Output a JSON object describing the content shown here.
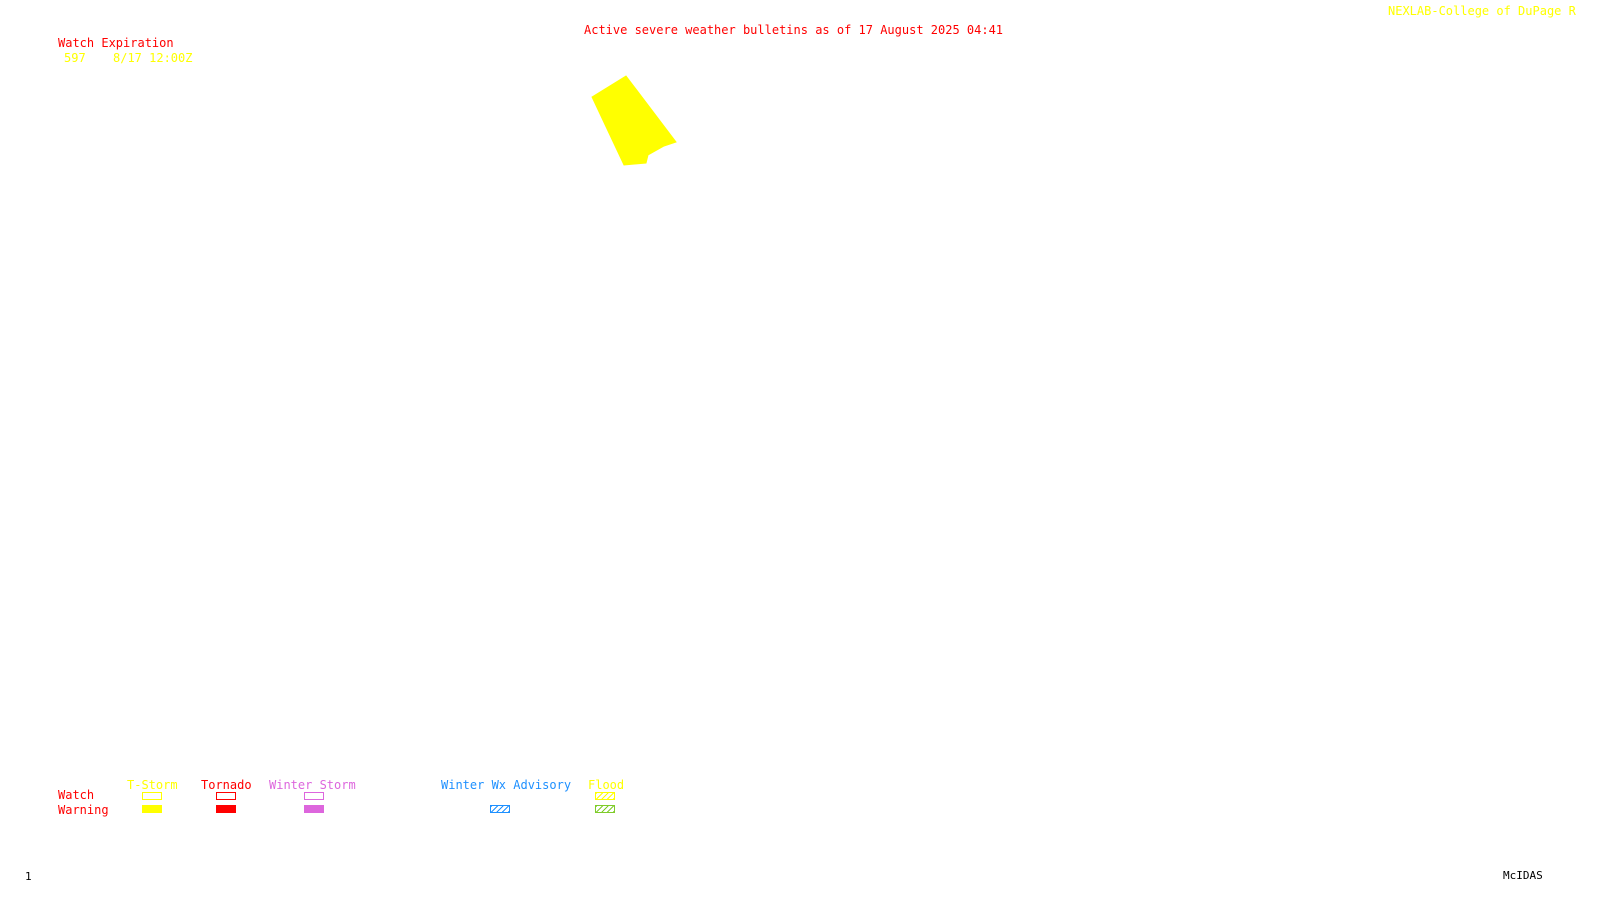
{
  "header": {
    "title": "Active severe weather bulletins as of 17 August 2025 04:41",
    "credit": "NEXLAB-College of DuPage R"
  },
  "watch_table": {
    "header": "Watch Expiration",
    "rows": [
      {
        "number": "597",
        "expiration": "8/17 12:00Z"
      }
    ]
  },
  "map": {
    "polygons": [
      {
        "type": "T-Storm watch",
        "id": "597",
        "color": "#ffff00"
      }
    ]
  },
  "legend": {
    "row_labels": {
      "watch": "Watch",
      "warning": "Warning"
    },
    "categories": [
      {
        "label": "T-Storm",
        "color": "#ffff00"
      },
      {
        "label": "Tornado",
        "color": "#ff0000"
      },
      {
        "label": "Winter Storm",
        "color": "#dd66dd"
      },
      {
        "label": "Winter Wx Advisory",
        "color": "#1e90ff"
      },
      {
        "label": "Flood",
        "color": "#ffff00"
      }
    ]
  },
  "footer": {
    "frame": "1",
    "software": "McIDAS"
  },
  "colors": {
    "title": "#ff0000",
    "credit": "#ffff00",
    "watch_entry": "#ffff00",
    "flood_warning_hatch": "#7fcc2a",
    "background": "#ffffff"
  }
}
